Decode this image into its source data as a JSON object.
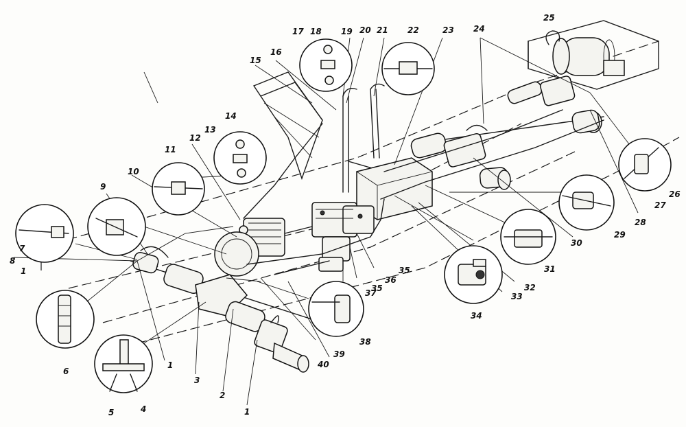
{
  "callouts": [
    {
      "id": "c1a",
      "label": "1"
    },
    {
      "id": "c1b",
      "label": "1"
    },
    {
      "id": "c1c",
      "label": "1"
    },
    {
      "id": "c2",
      "label": "2"
    },
    {
      "id": "c3",
      "label": "3"
    },
    {
      "id": "c4",
      "label": "4"
    },
    {
      "id": "c5",
      "label": "5"
    },
    {
      "id": "c6",
      "label": "6"
    },
    {
      "id": "c7",
      "label": "7"
    },
    {
      "id": "c8",
      "label": "8"
    },
    {
      "id": "c9",
      "label": "9"
    },
    {
      "id": "c10",
      "label": "10"
    },
    {
      "id": "c11",
      "label": "11"
    },
    {
      "id": "c12",
      "label": "12"
    },
    {
      "id": "c13",
      "label": "13"
    },
    {
      "id": "c14",
      "label": "14"
    },
    {
      "id": "c15",
      "label": "15"
    },
    {
      "id": "c16",
      "label": "16"
    },
    {
      "id": "c17",
      "label": "17"
    },
    {
      "id": "c18",
      "label": "18"
    },
    {
      "id": "c19",
      "label": "19"
    },
    {
      "id": "c20",
      "label": "20"
    },
    {
      "id": "c21",
      "label": "21"
    },
    {
      "id": "c22",
      "label": "22"
    },
    {
      "id": "c23",
      "label": "23"
    },
    {
      "id": "c24",
      "label": "24"
    },
    {
      "id": "c25",
      "label": "25"
    },
    {
      "id": "c26",
      "label": "26"
    },
    {
      "id": "c27",
      "label": "27"
    },
    {
      "id": "c28",
      "label": "28"
    },
    {
      "id": "c29",
      "label": "29"
    },
    {
      "id": "c30",
      "label": "30"
    },
    {
      "id": "c31",
      "label": "31"
    },
    {
      "id": "c32",
      "label": "32"
    },
    {
      "id": "c33",
      "label": "33"
    },
    {
      "id": "c34",
      "label": "34"
    },
    {
      "id": "c35a",
      "label": "35"
    },
    {
      "id": "c35b",
      "label": "35"
    },
    {
      "id": "c36",
      "label": "36"
    },
    {
      "id": "c37",
      "label": "37"
    },
    {
      "id": "c38",
      "label": "38"
    },
    {
      "id": "c39",
      "label": "39"
    },
    {
      "id": "c40",
      "label": "40"
    }
  ]
}
